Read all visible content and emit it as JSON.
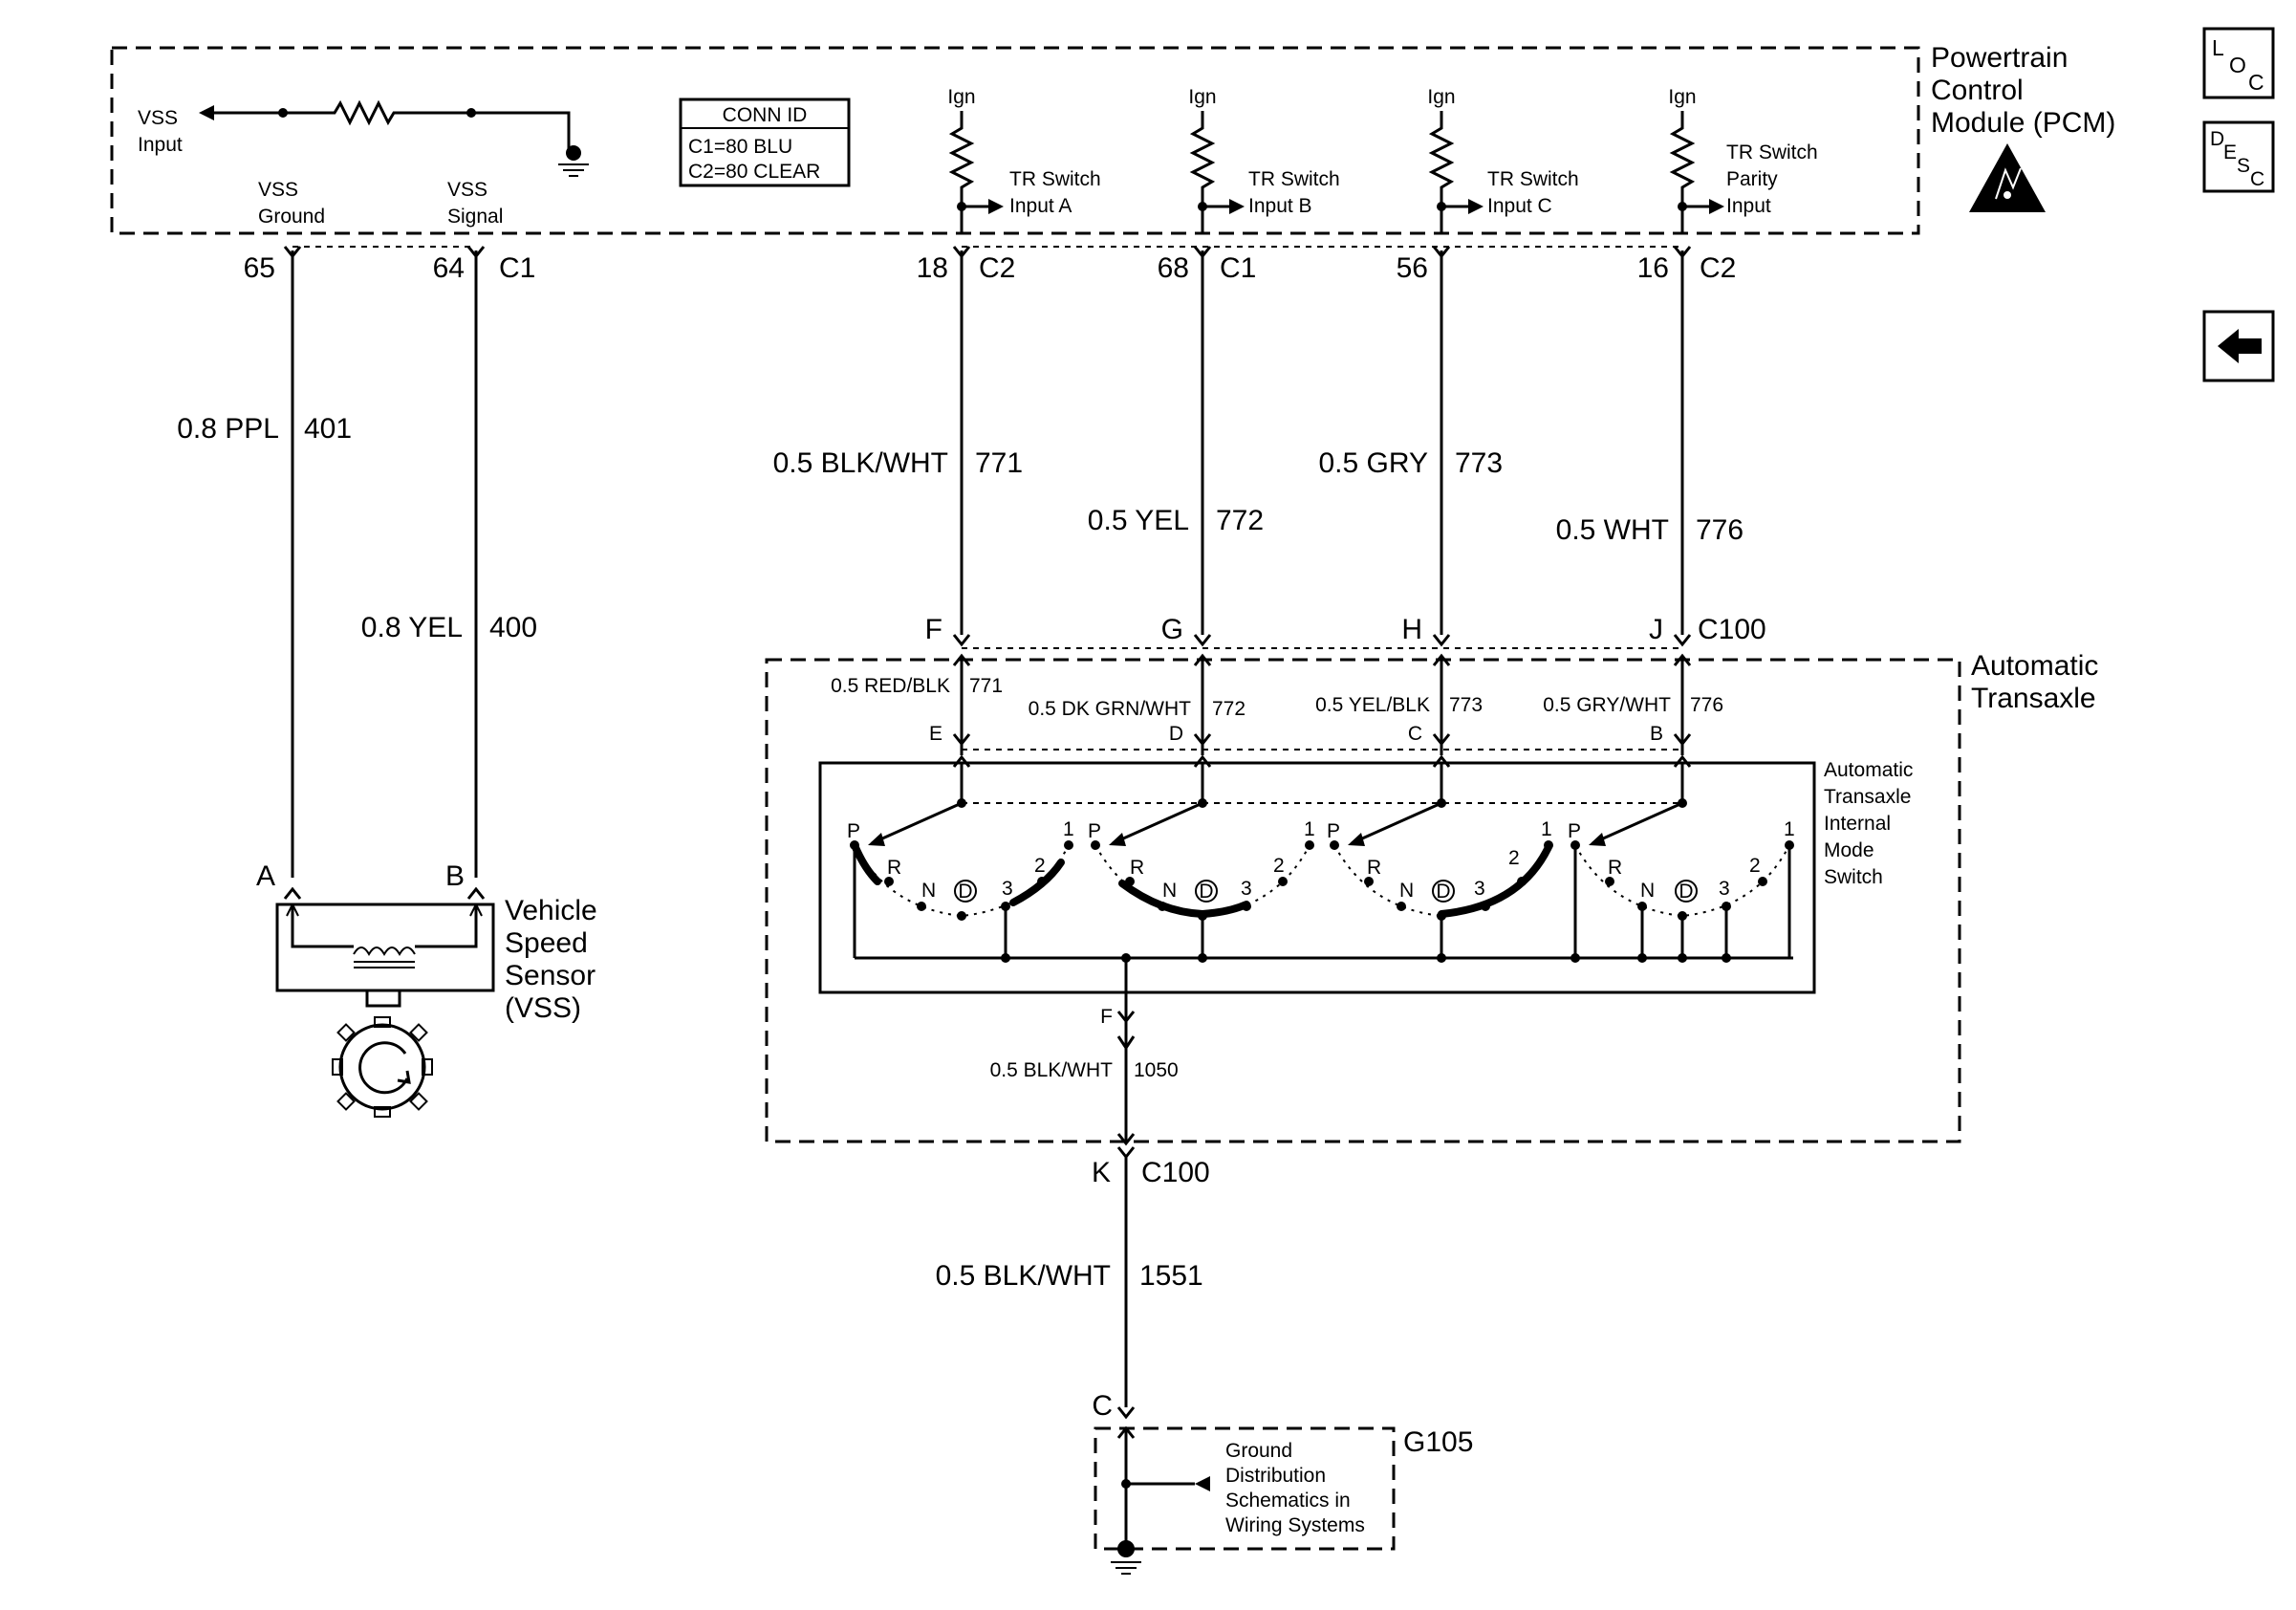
{
  "pcm": {
    "title": [
      "Powertrain",
      "Control",
      "Module (PCM)"
    ],
    "vss_input": [
      "VSS",
      "Input"
    ],
    "vss_ground": [
      "VSS",
      "Ground"
    ],
    "vss_signal": [
      "VSS",
      "Signal"
    ],
    "ign": "Ign",
    "tr_a": [
      "TR Switch",
      "Input A"
    ],
    "tr_b": [
      "TR Switch",
      "Input B"
    ],
    "tr_c": [
      "TR Switch",
      "Input C"
    ],
    "tr_p": [
      "TR Switch",
      "Parity",
      "Input"
    ]
  },
  "conn_id": {
    "title": "CONN ID",
    "line1": "C1=80 BLU",
    "line2": "C2=80 CLEAR"
  },
  "pins": {
    "p65": "65",
    "p64": "64",
    "c1a": "C1",
    "p18": "18",
    "c2a": "C2",
    "p68": "68",
    "c1b": "C1",
    "p56": "56",
    "p16": "16",
    "c2b": "C2"
  },
  "wires": {
    "w401": {
      "color": "0.8 PPL",
      "circuit": "401"
    },
    "w400": {
      "color": "0.8 YEL",
      "circuit": "400"
    },
    "w771": {
      "color": "0.5 BLK/WHT",
      "circuit": "771"
    },
    "w772": {
      "color": "0.5 YEL",
      "circuit": "772"
    },
    "w773": {
      "color": "0.5 GRY",
      "circuit": "773"
    },
    "w776": {
      "color": "0.5 WHT",
      "circuit": "776"
    },
    "w1551": {
      "color": "0.5 BLK/WHT",
      "circuit": "1551"
    }
  },
  "c100": {
    "name": "C100",
    "F": "F",
    "G": "G",
    "H": "H",
    "J": "J",
    "K": "K"
  },
  "transaxle": {
    "title": [
      "Automatic",
      "Transaxle"
    ],
    "i771": {
      "color": "0.5 RED/BLK",
      "circuit": "771",
      "pin": "E"
    },
    "i772": {
      "color": "0.5 DK GRN/WHT",
      "circuit": "772",
      "pin": "D"
    },
    "i773": {
      "color": "0.5 YEL/BLK",
      "circuit": "773",
      "pin": "C"
    },
    "i776": {
      "color": "0.5 GRY/WHT",
      "circuit": "776",
      "pin": "B"
    },
    "i1050": {
      "color": "0.5 BLK/WHT",
      "circuit": "1050",
      "pin": "F"
    }
  },
  "mode_switch": {
    "title": [
      "Automatic",
      "Transaxle",
      "Internal",
      "Mode",
      "Switch"
    ],
    "positions": {
      "p": "P",
      "r": "R",
      "n": "N",
      "d": "D",
      "three": "3",
      "two": "2",
      "one": "1"
    }
  },
  "vss": {
    "pin_a": "A",
    "pin_b": "B",
    "title": [
      "Vehicle",
      "Speed",
      "Sensor",
      "(VSS)"
    ]
  },
  "ground": {
    "pin_c": "C",
    "name": "G105",
    "note": [
      "Ground",
      "Distribution",
      "Schematics in",
      "Wiring Systems"
    ]
  },
  "nav": {
    "loc": {
      "l": "L",
      "o": "O",
      "c": "C"
    },
    "desc": {
      "d": "D",
      "e": "E",
      "s": "S",
      "c": "C"
    }
  }
}
